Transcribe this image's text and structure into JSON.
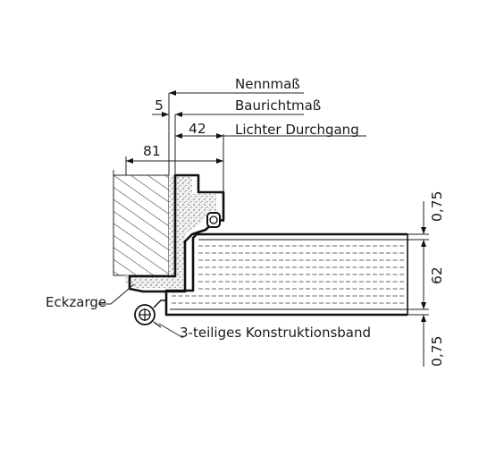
{
  "labels": {
    "nennmass": "Nennmaß",
    "baurichtmass": "Baurichtmaß",
    "lichter_durchgang": "Lichter Durchgang",
    "eckzarge": "Eckzarge",
    "konstruktionsband": "3-teiliges Konstruktionsband"
  },
  "dimensions": {
    "d5": "5",
    "d42": "42",
    "d81": "81",
    "d_top": "0,75",
    "d_mid": "62",
    "d_bottom": "0,75"
  }
}
